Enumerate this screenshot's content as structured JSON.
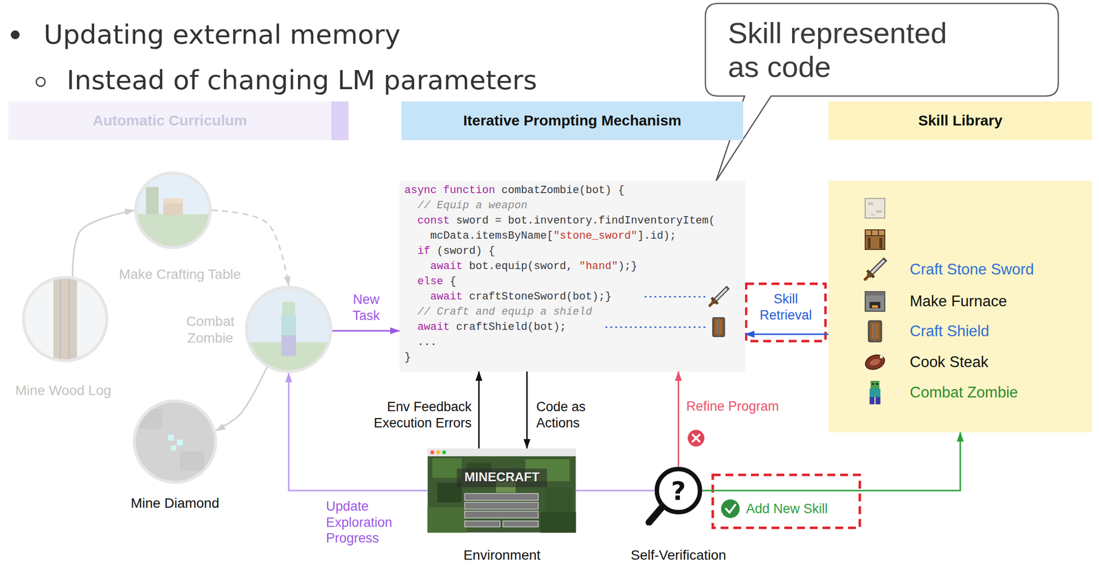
{
  "diagram": {
    "nodes": [
      {
        "text": [
          "Skill represented as code"
        ]
      },
      {
        "text": [
          "Automatic Curriculum"
        ]
      },
      {
        "text": [
          "Iterative Prompting Mechanism"
        ]
      },
      {
        "text": [
          "Skill Library"
        ]
      },
      {
        "text": [
          "Make Crafting Table"
        ]
      },
      {
        "text": [
          "Combat Zombie"
        ]
      },
      {
        "text": [
          "Mine Wood Log"
        ]
      },
      {
        "text": [
          "async function combatZombie(bot) {",
          "// Equip a weapon",
          "const sword = bot.inventory.findInventoryItem(",
          "mcData.itemsByName[\"stone_sword\"].id);",
          "if (sword) {",
          "await bot.equip(sword, \"hand\");}",
          "else {",
          "await craftStoneSword(bot);}",
          "// Craft and equip a shield",
          "await craftShield(bot);",
          "...",
          "}"
        ]
      },
      {
        "text": [
          "Craft Stone Sword",
          "Make Furnace",
          "Craft Shield",
          "Cook Steak",
          "Combat Zombie"
        ]
      },
      {
        "text": [
          "Mine Diamond"
        ]
      },
      {
        "text": [
          "Environment"
        ]
      },
      {
        "text": [
          "Self-Verification"
        ]
      }
    ],
    "edges": [
      {
        "from": 6,
        "to": 4,
        "arrow": "to"
      },
      {
        "from": 4,
        "to": 5,
        "arrow": "to"
      },
      {
        "from": 5,
        "to": 9,
        "arrow": "to"
      },
      {
        "from": 5,
        "to": 7,
        "label": "New Task",
        "arrow": "to"
      },
      {
        "from": 8,
        "to": 7,
        "label": "Skill Retrieval",
        "arrow": "to"
      },
      {
        "from": 10,
        "to": 7,
        "label": "Env Feedback Execution Errors",
        "arrow": "to"
      },
      {
        "from": 7,
        "to": 10,
        "label": "Code as Actions",
        "arrow": "to"
      },
      {
        "from": 11,
        "to": 7,
        "label": "Refine Program",
        "arrow": "to"
      },
      {
        "from": 11,
        "to": 8,
        "label": "Add New Skill",
        "arrow": "to"
      },
      {
        "from": 11,
        "to": 5,
        "label": "Update Exploration Progress",
        "arrow": "to"
      }
    ],
    "labels": [
      "Updating external memory",
      "Instead of changing LM parameters",
      "MINECRAFT",
      "?"
    ]
  }
}
